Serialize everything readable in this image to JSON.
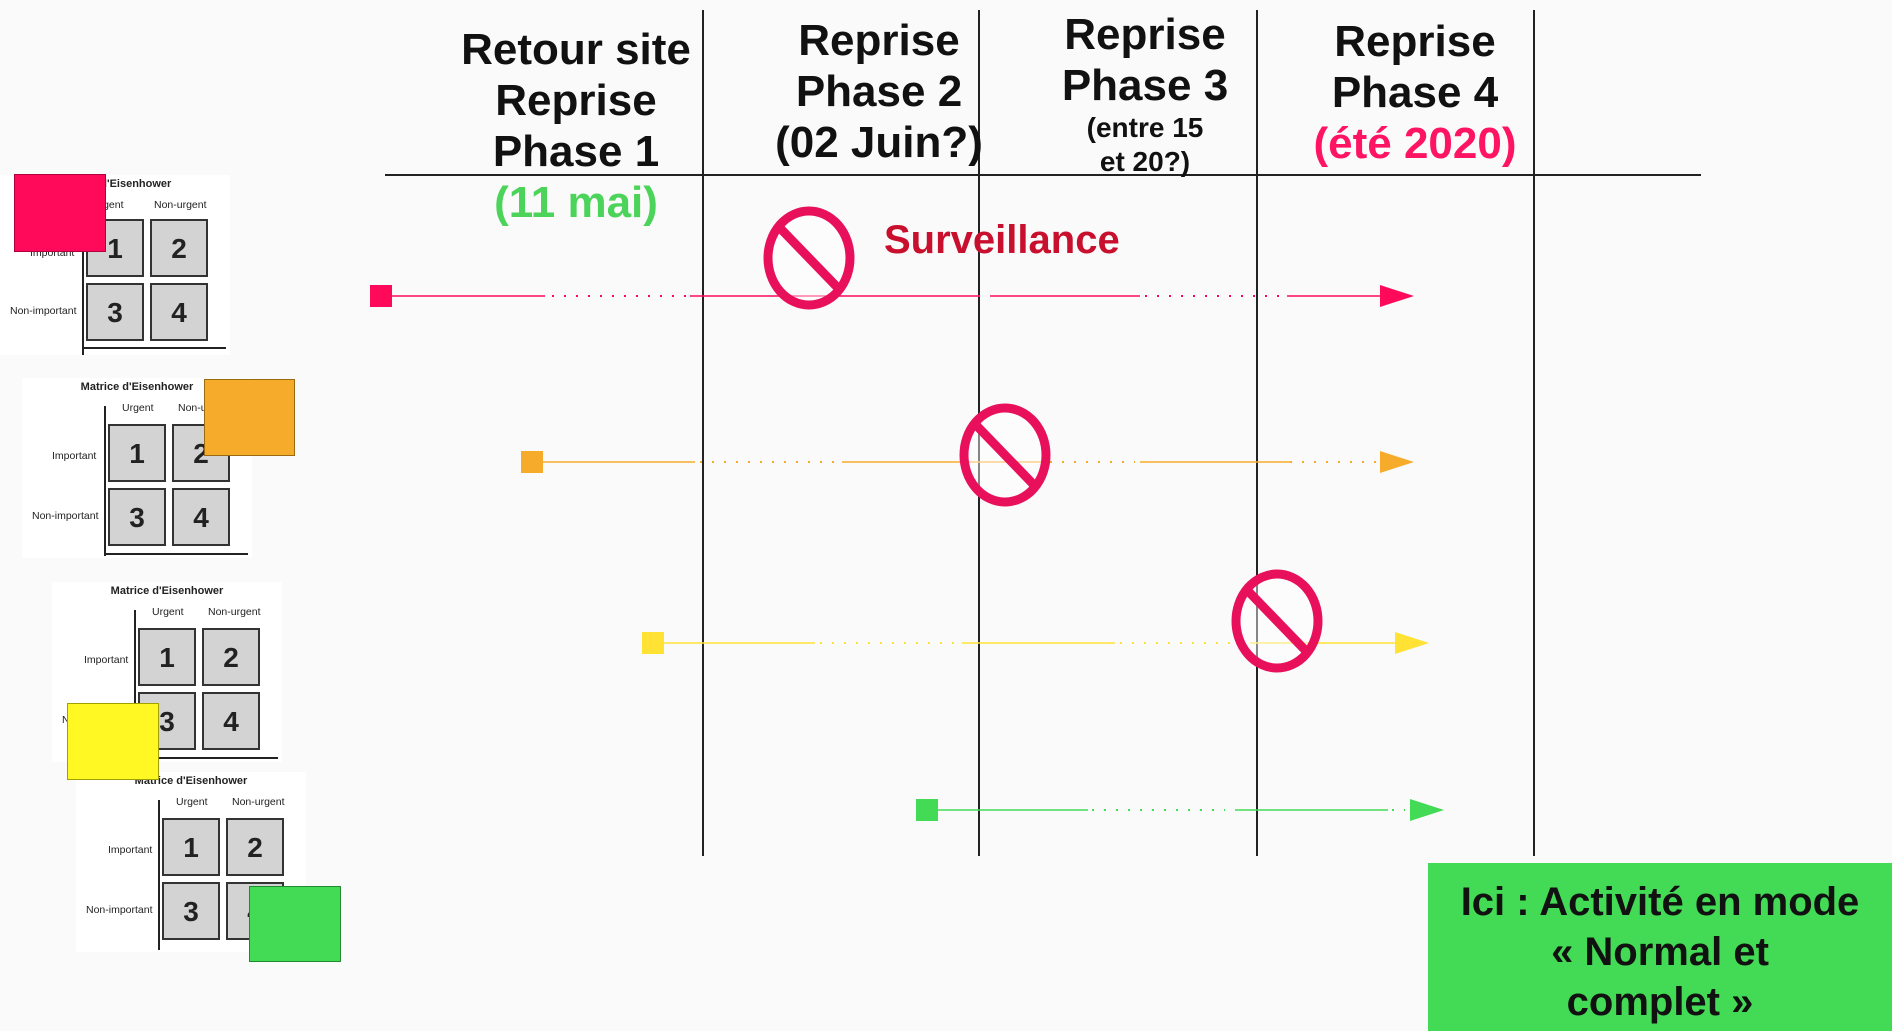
{
  "headers": [
    {
      "lines": [
        "Retour site",
        "Reprise",
        "Phase 1"
      ],
      "sub": "(11 mai)",
      "sub_color": "#4cd35a"
    },
    {
      "lines": [
        "Reprise",
        "Phase 2",
        "(02 Juin?)"
      ],
      "sub": "",
      "sub_color": ""
    },
    {
      "lines": [
        "Reprise",
        "Phase 3"
      ],
      "small": [
        "(entre 15",
        "et 20?)"
      ]
    },
    {
      "lines": [
        "Reprise",
        "Phase 4"
      ],
      "sub": "(été 2020)",
      "sub_color": "#ff1464"
    }
  ],
  "surveillance_label": "Surveillance",
  "matrix": {
    "title": "Matrice d'Eisenhower",
    "col_urgent": "Urgent",
    "col_non_urgent": "Non-urgent",
    "row_important": "Important",
    "row_non_important": "Non-important",
    "cells": [
      "1",
      "2",
      "3",
      "4"
    ]
  },
  "colors": {
    "red": "#ff0a5a",
    "orange": "#f7ab2a",
    "yellow": "#ffe234",
    "green": "#43da55",
    "stop_sign": "#e8105a"
  },
  "icons": [
    "stop-sign-icon",
    "arrow-head-icon"
  ],
  "callout": {
    "lines": [
      "Ici : Activité en mode",
      "« Normal et",
      "complet »"
    ]
  }
}
